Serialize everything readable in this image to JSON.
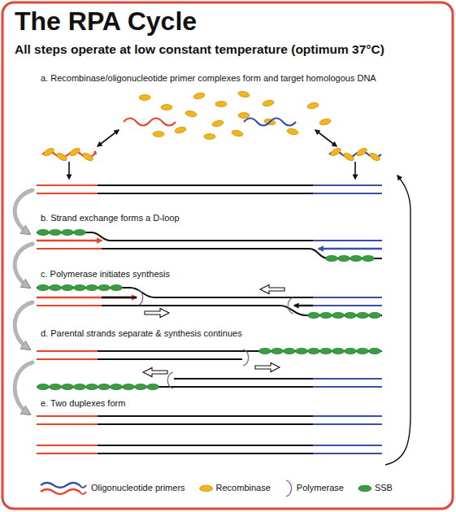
{
  "diagram": {
    "title": "The RPA Cycle",
    "labels": [
      "All steps operate at low constant temperature (optimum 37°C)",
      "a. Recombinase/oligonucleotide primer complexes form and target homologous DNA",
      "b. Strand exchange forms a D-loop",
      "c. Polymerase initiates synthesis",
      "d. Parental strands separate & synthesis continues",
      "e. Two duplexes form"
    ],
    "legend": [
      {
        "text": "Oligonucleotide primers"
      },
      {
        "text": "Recombinase",
        "color": "#f3b51b"
      },
      {
        "text": "Polymerase",
        "color": "#9c6fb8"
      },
      {
        "text": "SSB",
        "color": "#3a9d3f"
      }
    ]
  }
}
